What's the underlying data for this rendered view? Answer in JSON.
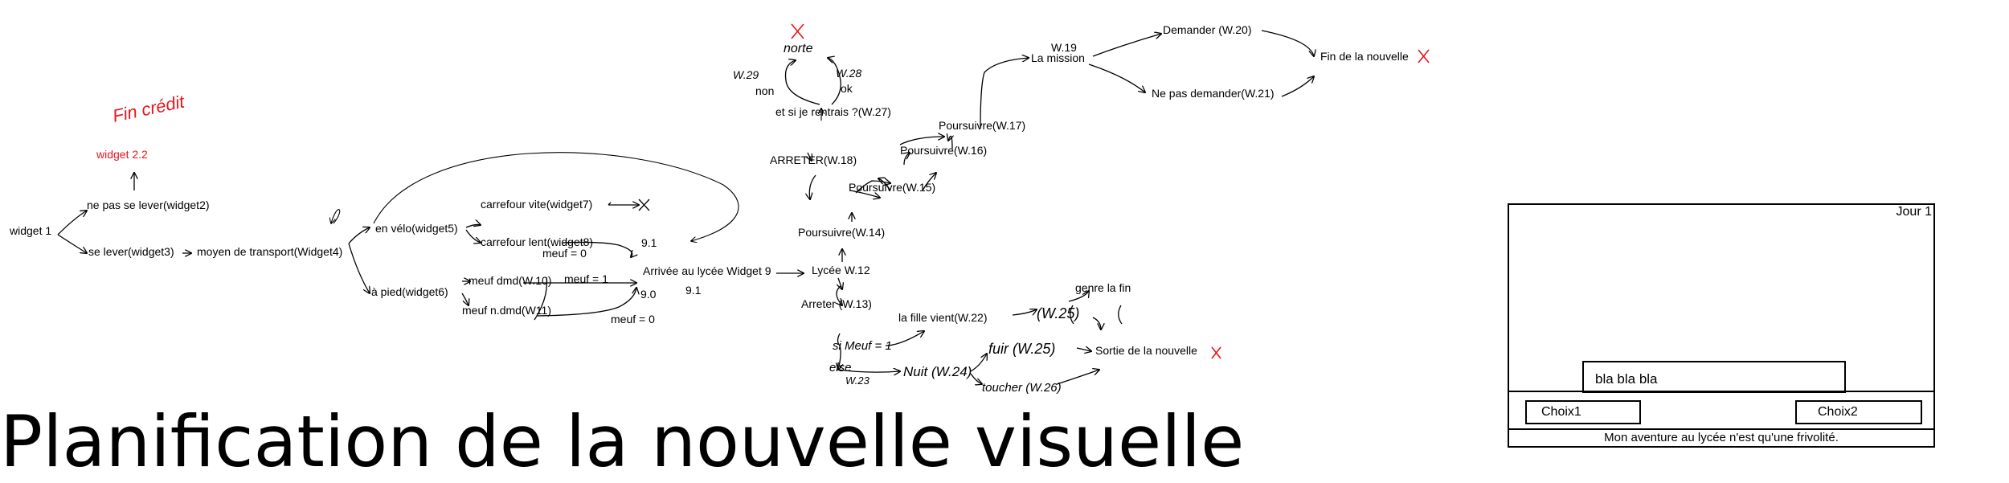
{
  "nodes": {
    "widget1": "widget 1",
    "widget2": "ne pas se lever(widget2)",
    "widget22": "widget 2.2",
    "fin_credit": "Fin crédit",
    "widget3": "se lever(widget3)",
    "widget4": "moyen de transport(Widget4)",
    "widget5": "en vélo(widget5)",
    "widget6": "à pied(widget6)",
    "widget7": "carrefour vite(widget7)",
    "widget8": "carrefour lent(widget8)",
    "w10": "meuf dmd(W.10)",
    "w11": "meuf n.dmd(W11)",
    "widget9": "Arrivée au lycée Widget 9",
    "w12": "Lycée W.12",
    "w13": "Arreter (W.13)",
    "w14": "Poursuivre(W.14)",
    "w15": "Poursuivre(W.15)",
    "w16": "Poursuivre(W.16)",
    "w17": "Poursuivre(W.17)",
    "w18": "ARRETER(W.18)",
    "w19_code": "W.19",
    "w19": "La mission",
    "w20": "Demander (W.20)",
    "w21": "Ne pas demander(W.21)",
    "fin_nouvelle": "Fin de la nouvelle",
    "w27": "et si je rentrais ?(W.27)",
    "w28": "W.28",
    "w29": "W.29",
    "ok": "ok",
    "non": "non",
    "norte": "norte",
    "w22": "la fille vient(W.22)",
    "w25_top": "(W.25)",
    "genre_fin": "genre la fin",
    "sortie": "Sortie de la nouvelle",
    "w24": "Nuit (W.24)",
    "w25": "fuir (W.25)",
    "w26": "toucher (W.26)",
    "si_meuf": "si Meuf = 1",
    "else": "else",
    "w23": "W.23"
  },
  "edge_labels": {
    "meuf0_a": "meuf = 0",
    "v91_a": "9.1",
    "meuf1": "meuf = 1",
    "v90": "9.0",
    "v91_b": "9.1",
    "meuf0_b": "meuf = 0"
  },
  "title": "Planification de la nouvelle visuelle",
  "mockup": {
    "day": "Jour 1",
    "dialog": "bla bla bla",
    "choice1": "Choix1",
    "choice2": "Choix2",
    "caption": "Mon aventure au lycée n'est qu'une frivolité."
  },
  "colors": {
    "ink": "#000000",
    "red": "#e8141b"
  }
}
